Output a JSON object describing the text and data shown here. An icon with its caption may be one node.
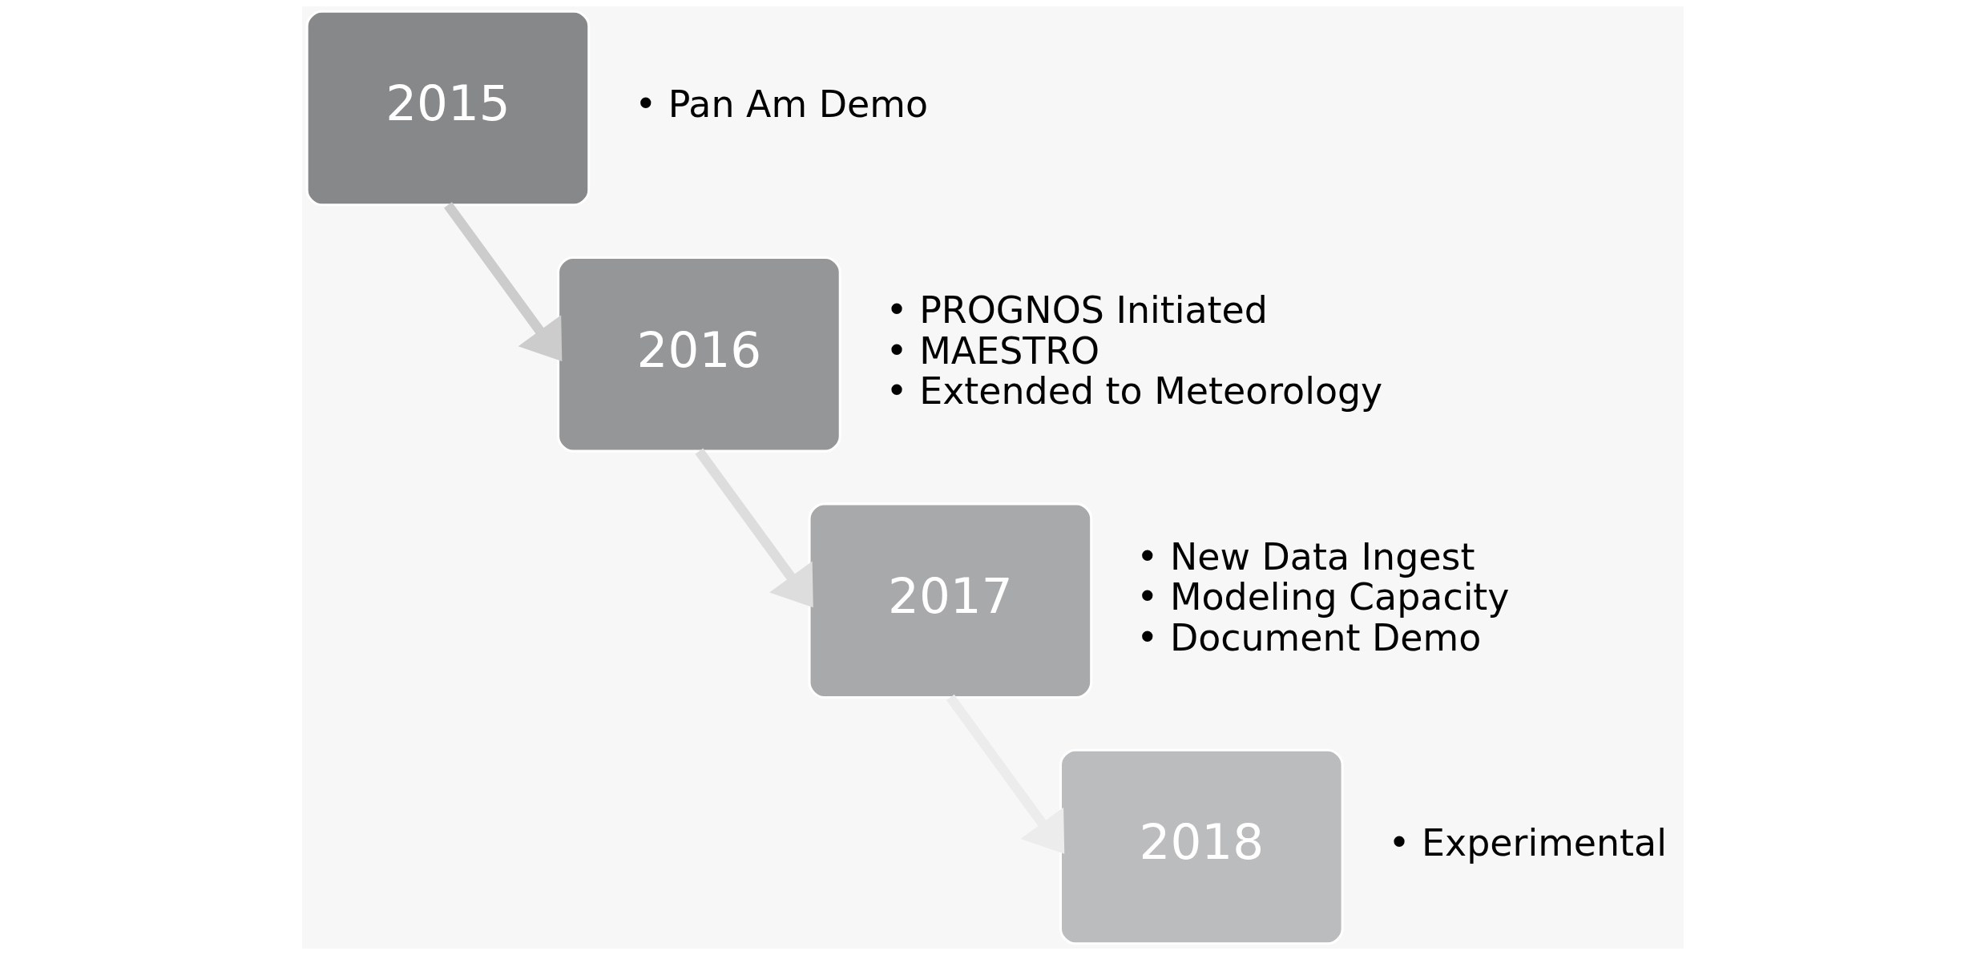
{
  "diagram": {
    "nodes": [
      {
        "text": [
          "2015"
        ],
        "beside": [
          "• Pan Am Demo"
        ]
      },
      {
        "text": [
          "2016"
        ],
        "beside": [
          "• PROGNOS Initiated",
          "• MAESTRO",
          "• Extended to Meteorology"
        ]
      },
      {
        "text": [
          "2017"
        ],
        "beside": [
          "• New Data Ingest",
          "• Modeling Capacity",
          "• Document Demo"
        ]
      },
      {
        "text": [
          "2018"
        ],
        "beside": [
          "• Experimental"
        ]
      }
    ],
    "edges": [
      {
        "from": 0,
        "to": 1,
        "arrow": "to",
        "color": "#cccccc"
      },
      {
        "from": 1,
        "to": 2,
        "arrow": "to",
        "color": "#dcdddc"
      },
      {
        "from": 2,
        "to": 3,
        "arrow": "to",
        "color": "#ececec"
      }
    ]
  }
}
